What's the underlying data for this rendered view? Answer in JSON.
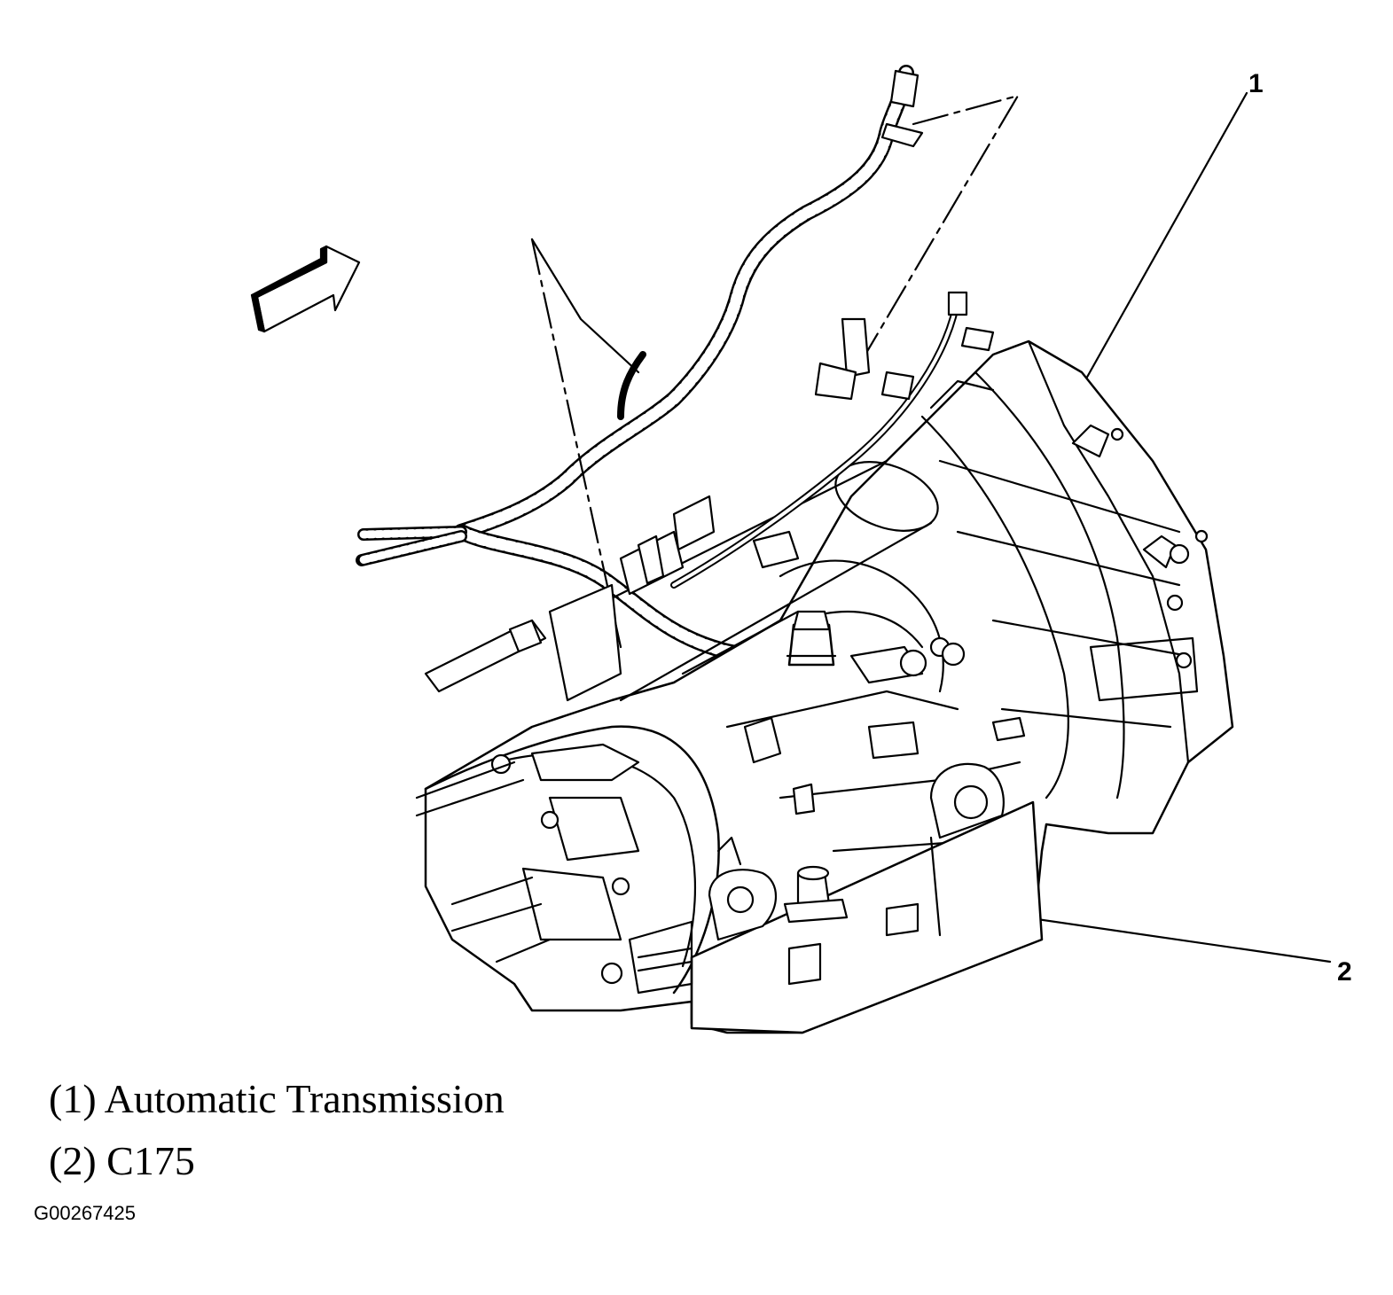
{
  "callouts": [
    {
      "number": "1",
      "label": "(1) Automatic Transmission"
    },
    {
      "number": "2",
      "label": "(2) C175"
    }
  ],
  "figure_id": "G00267425",
  "icons": {
    "direction_arrow": "front-direction-arrow-icon"
  }
}
